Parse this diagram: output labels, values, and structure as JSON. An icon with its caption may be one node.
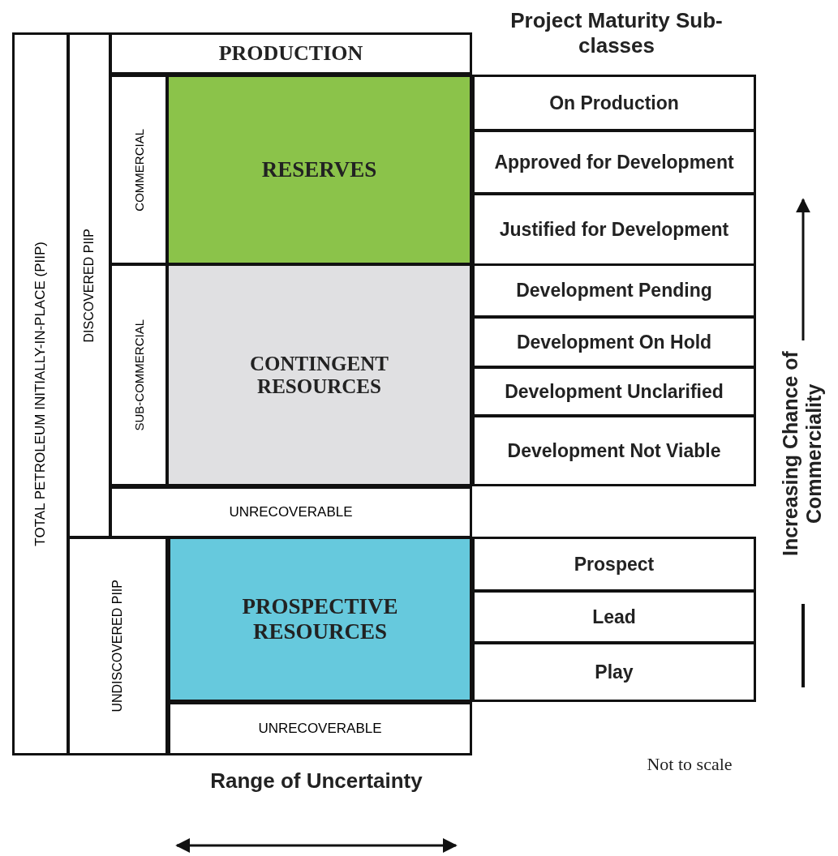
{
  "diagram": {
    "nodes": [
      {
        "text": [
          "TOTAL PETROLEUM INITIALLY-IN-PLACE (PIIP)"
        ]
      },
      {
        "text": [
          "DISCOVERED PIIP"
        ]
      },
      {
        "text": [
          "PRODUCTION"
        ]
      },
      {
        "text": [
          "COMMERCIAL"
        ]
      },
      {
        "text": [
          "RESERVES"
        ]
      },
      {
        "text": [
          "SUB-COMMERCIAL"
        ]
      },
      {
        "text": [
          "CONTINGENT RESOURCES"
        ]
      },
      {
        "text": [
          "UNRECOVERABLE"
        ]
      },
      {
        "text": [
          "UNDISCOVERED PIIP"
        ]
      },
      {
        "text": [
          "PROSPECTIVE RESOURCES"
        ]
      },
      {
        "text": [
          "UNRECOVERABLE"
        ]
      },
      {
        "text": [
          "On Production"
        ]
      },
      {
        "text": [
          "Approved for Development"
        ]
      },
      {
        "text": [
          "Justified for Development"
        ]
      },
      {
        "text": [
          "Development Pending"
        ]
      },
      {
        "text": [
          "Development On Hold"
        ]
      },
      {
        "text": [
          "Development Unclarified"
        ]
      },
      {
        "text": [
          "Development Not Viable"
        ]
      },
      {
        "text": [
          "Prospect"
        ]
      },
      {
        "text": [
          "Lead"
        ]
      },
      {
        "text": [
          "Play"
        ]
      }
    ],
    "labels": [
      "Project Maturity Sub-classes",
      "Increasing Chance of Commerciality",
      "Range of Uncertainty",
      "Not to scale"
    ]
  }
}
